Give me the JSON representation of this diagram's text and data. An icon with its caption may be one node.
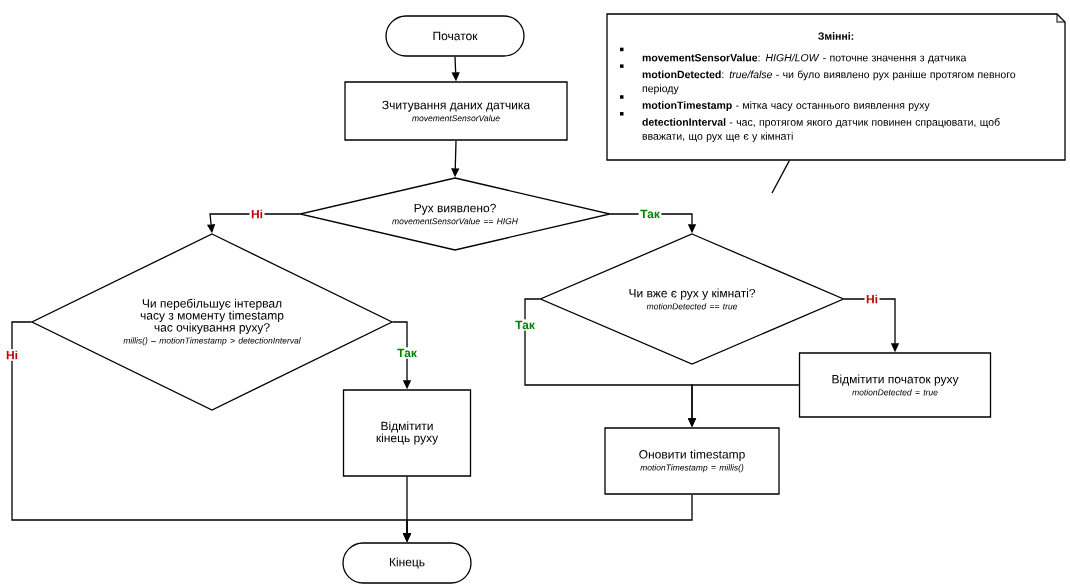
{
  "diagram": {
    "nodes": [
      {
        "text": [
          "Початок"
        ]
      },
      {
        "text": [
          "Зчитування даних датчика",
          "movementSensorValue"
        ]
      },
      {
        "text": [
          "Рух виявлено?",
          "movementSensorValue == HIGH"
        ]
      },
      {
        "text": [
          "Чи перебільшує інтервал часу з моменту timestamp час очікування руху?",
          "millis() – motionTimestamp > detectionInterval"
        ]
      },
      {
        "text": [
          "Чи вже є рух у кімнаті?",
          "motionDetected == true"
        ]
      },
      {
        "text": [
          "Відмітити кінець руху"
        ]
      },
      {
        "text": [
          "Відмітити початок руху",
          "motionDetected = true"
        ]
      },
      {
        "text": [
          "Оновити timestamp",
          "motionTimestamp = millis()"
        ]
      },
      {
        "text": [
          "Кінець"
        ]
      },
      {
        "text": [
          "Змінні:",
          "**movementSensorValue**: *HIGH/LOW* - поточне значення з датчика",
          "**motionDetected**: *true/false* - чи було виявлено рух раніше протягом певного періоду",
          "**motionTimestamp** - мітка часу останнього виявлення руху",
          "**detectionInterval** - час, протягом якого датчик повинен спрацювати, щоб вважати, що рух ще є у кімнаті"
        ]
      }
    ],
    "edges": [
      {
        "from": 0,
        "to": 1,
        "arrow": "to"
      },
      {
        "from": 1,
        "to": 2,
        "arrow": "to"
      },
      {
        "from": 2,
        "to": 3,
        "arrow": "to",
        "label": "Ні"
      },
      {
        "from": 2,
        "to": 4,
        "arrow": "to",
        "label": "Так"
      },
      {
        "from": 3,
        "to": 5,
        "arrow": "to",
        "label": "Так"
      },
      {
        "from": 3,
        "to": 8,
        "arrow": "to",
        "label": "Ні"
      },
      {
        "from": 4,
        "to": 7,
        "arrow": "to",
        "label": "Так"
      },
      {
        "from": 4,
        "to": 6,
        "arrow": "to",
        "label": "Ні"
      },
      {
        "from": 6,
        "to": 7,
        "arrow": "to"
      },
      {
        "from": 5,
        "to": 8,
        "arrow": "to"
      },
      {
        "from": 7,
        "to": 8,
        "arrow": "to"
      },
      {
        "from": 9,
        "to": null,
        "arrow": "none"
      }
    ]
  }
}
